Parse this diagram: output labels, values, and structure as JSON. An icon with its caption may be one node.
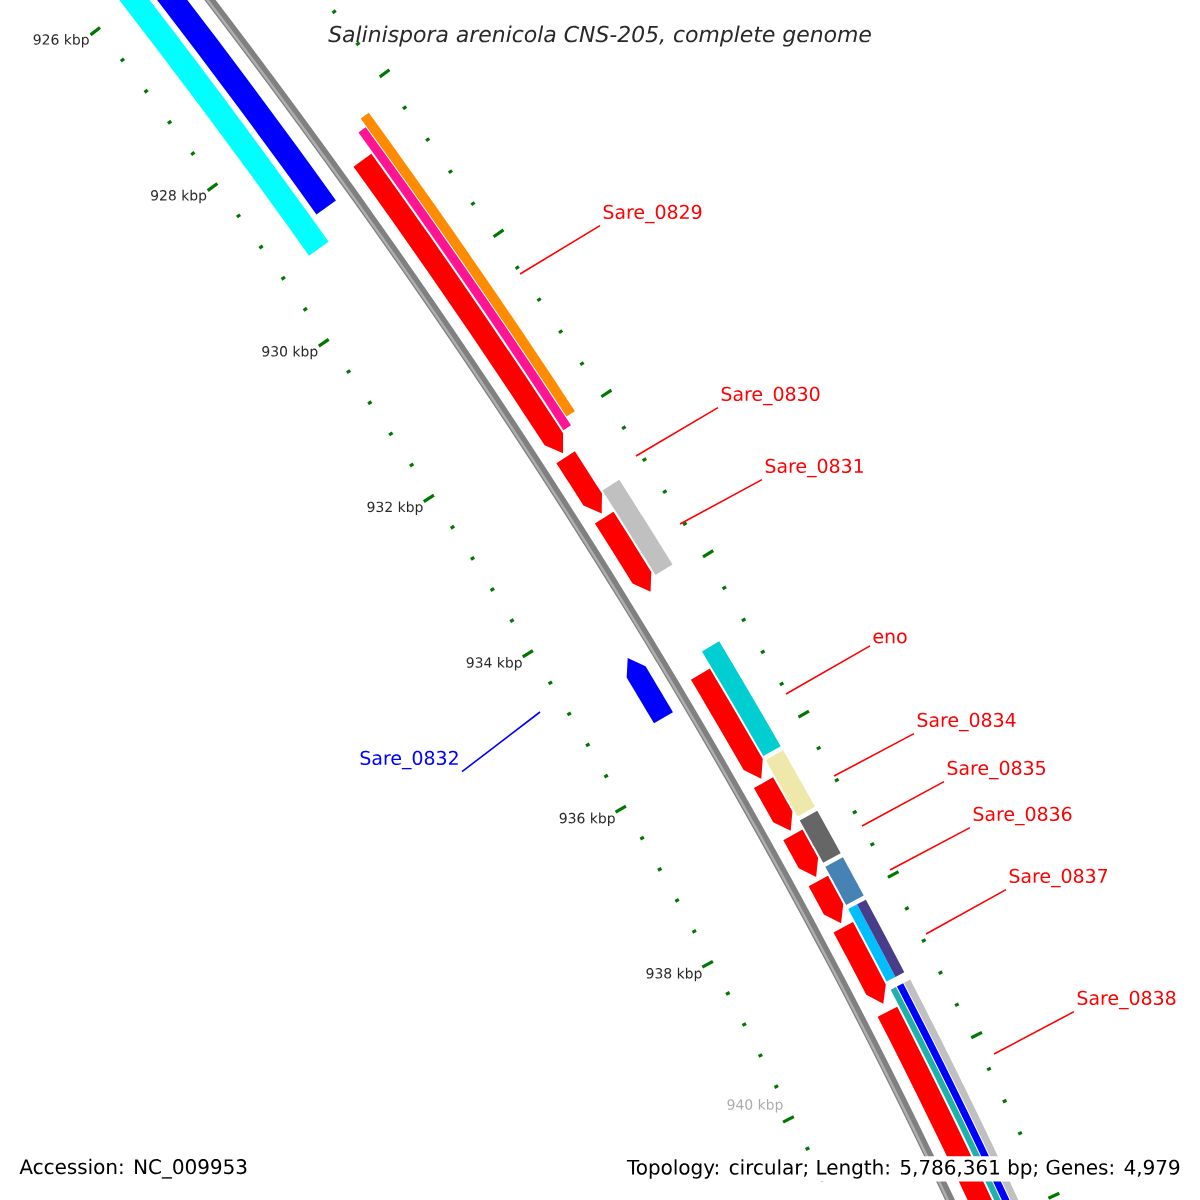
{
  "diagram": {
    "title": "Salinispora arenicola CNS-205, complete genome",
    "nodes": [
      {
        "text": [
          "Sare_0829"
        ]
      },
      {
        "text": [
          "Sare_0830"
        ]
      },
      {
        "text": [
          "Sare_0831"
        ]
      },
      {
        "text": [
          "eno"
        ]
      },
      {
        "text": [
          "Sare_0834"
        ]
      },
      {
        "text": [
          "Sare_0832"
        ]
      },
      {
        "text": [
          "Sare_0835"
        ]
      },
      {
        "text": [
          "Sare_0836"
        ]
      },
      {
        "text": [
          "Sare_0837"
        ]
      },
      {
        "text": [
          "Sare_0838"
        ]
      }
    ],
    "edges": [
      {
        "from": 0,
        "to": null,
        "arrow": "none"
      },
      {
        "from": 1,
        "to": null,
        "arrow": "none"
      },
      {
        "from": 2,
        "to": null,
        "arrow": "none"
      },
      {
        "from": 3,
        "to": null,
        "arrow": "none"
      },
      {
        "from": 4,
        "to": null,
        "arrow": "none"
      },
      {
        "from": 5,
        "to": null,
        "arrow": "none",
        "color": "#0000ff"
      },
      {
        "from": 6,
        "to": null,
        "arrow": "none"
      },
      {
        "from": 7,
        "to": null,
        "arrow": "none"
      },
      {
        "from": 8,
        "to": null,
        "arrow": "none"
      },
      {
        "from": 9,
        "to": null,
        "arrow": "none"
      }
    ],
    "labels": [
      "926 kbp",
      "928 kbp",
      "930 kbp",
      "932 kbp",
      "934 kbp",
      "936 kbp",
      "938 kbp",
      "940 kbp",
      "Accession: NC_009953",
      "Topology: circular; Length: 5,786,361 bp; Genes: 4,979"
    ]
  }
}
